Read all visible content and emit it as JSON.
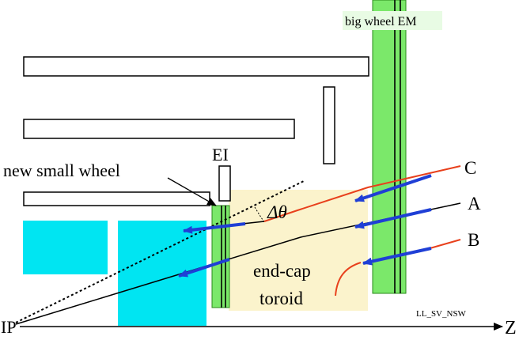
{
  "labels": {
    "big_wheel": "big wheel EM",
    "ei": "EI",
    "new_small_wheel": "new small wheel",
    "delta_theta": "Δθ",
    "track_c": "C",
    "track_a": "A",
    "track_b": "B",
    "end_cap_line1": "end-cap",
    "end_cap_line2": "toroid",
    "ip": "IP",
    "z_axis": "Z",
    "figure_id": "LL_SV_NSW"
  },
  "colors": {
    "chamber_fill": "#ffffff",
    "chamber_stroke": "#000000",
    "calorimeter": "#00e5f2",
    "wheel_green": "#7be86a",
    "toroid_fill": "#fbf3cc",
    "track_red": "#e8401c",
    "track_black": "#000000",
    "arrow_blue": "#1f3fd6"
  }
}
